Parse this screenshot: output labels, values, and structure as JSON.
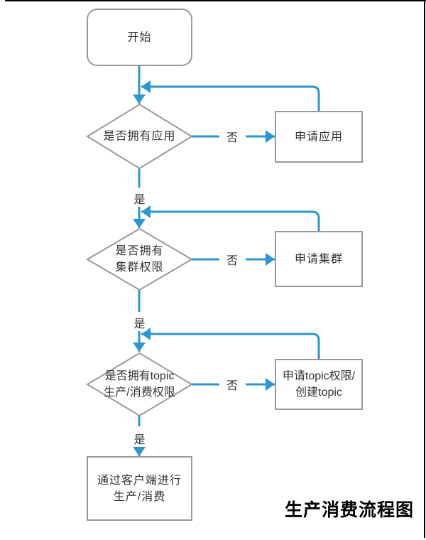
{
  "frame": {
    "border_color": "#000000"
  },
  "diagram": {
    "title": "生产消费流程图",
    "colors": {
      "connector": "#2E95D3",
      "shape_border": "#999999",
      "shape_fill": "#FFFFFF",
      "text": "#333333",
      "title_color": "#000000"
    },
    "nodes": {
      "start": {
        "label": "开始"
      },
      "check_app": {
        "label": "是否拥有应用"
      },
      "apply_app": {
        "label": "申请应用"
      },
      "check_cluster": {
        "label": "是否拥有\n集群权限"
      },
      "apply_cluster": {
        "label": "申请集群"
      },
      "check_topic": {
        "label": "是否拥有topic\n生产/消费权限"
      },
      "apply_topic": {
        "label": "申请topic权限/\n创建topic"
      },
      "produce": {
        "label": "通过客户端进行\n生产/消费"
      }
    },
    "edge_labels": {
      "yes": "是",
      "no": "否"
    }
  }
}
